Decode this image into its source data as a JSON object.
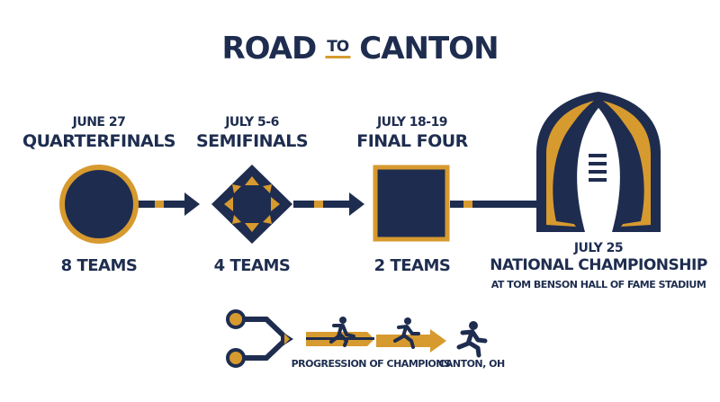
{
  "title": {
    "main_left": "ROAD",
    "to": "TO",
    "main_right": "CANTON"
  },
  "colors": {
    "navy": "#1e2d4f",
    "gold": "#d79a2f"
  },
  "stages": [
    {
      "date": "JUNE 27",
      "name": "QUARTERFINALS",
      "teams": "8 TEAMS",
      "shape": "circle"
    },
    {
      "date": "JULY 5-6",
      "name": "SEMIFINALS",
      "teams": "4 TEAMS",
      "shape": "diamond"
    },
    {
      "date": "JULY 18-19",
      "name": "FINAL FOUR",
      "teams": "2 TEAMS",
      "shape": "square"
    },
    {
      "date": "JULY 25",
      "name": "NATIONAL CHAMPIONSHIP",
      "venue": "AT TOM BENSON HALL OF FAME STADIUM",
      "shape": "arch-football"
    }
  ],
  "legend": {
    "progression": "PROGRESSION OF CHAMPIONS",
    "destination": "CANTON, OH"
  },
  "icons": [
    "runner-icon",
    "runner-icon",
    "runner-icon",
    "merge-arrow-icon",
    "football-arch-icon"
  ]
}
